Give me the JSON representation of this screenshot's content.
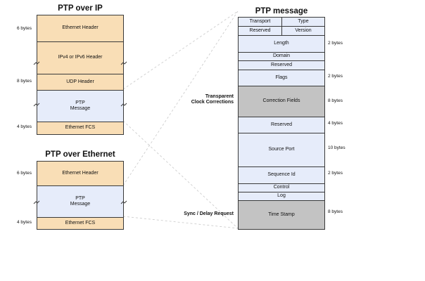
{
  "ptp_ip": {
    "title": "PTP over IP",
    "cells": [
      {
        "label": "Ethernet  Header",
        "size": "6 bytes"
      },
      {
        "label": "IPv4 or IPv6 Header",
        "size": ""
      },
      {
        "label": "UDP Header",
        "size": "8 bytes"
      },
      {
        "label": "PTP\nMessage",
        "size": ""
      },
      {
        "label": "Ethernet FCS",
        "size": "4 bytes"
      }
    ]
  },
  "ptp_eth": {
    "title": "PTP over Ethernet",
    "cells": [
      {
        "label": "Ethernet  Header",
        "size": "6 bytes"
      },
      {
        "label": "PTP\nMessage",
        "size": ""
      },
      {
        "label": "Ethernet FCS",
        "size": "4 bytes"
      }
    ]
  },
  "ptp_msg": {
    "title": "PTP message",
    "transport": "Transport",
    "type": "Type",
    "reserved_top": "Reserved",
    "version": "Version",
    "length": {
      "label": "Length",
      "size": "2 bytes"
    },
    "domain": {
      "label": "Domain"
    },
    "reserved1": {
      "label": "Reserved"
    },
    "flags": {
      "label": "Flags",
      "size": "2 bytes"
    },
    "correction": {
      "label": "Correction Fields",
      "size": "8 bytes"
    },
    "reserved2": {
      "label": "Reserved",
      "size": "4 bytes"
    },
    "source_port": {
      "label": "Source Port",
      "size": "10 bytes"
    },
    "sequence_id": {
      "label": "Sequence Id",
      "size": "2 bytes"
    },
    "control": {
      "label": "Control"
    },
    "log": {
      "label": "Log"
    },
    "timestamp": {
      "label": "Time Stamp",
      "size": "8 bytes"
    }
  },
  "annotations": {
    "transparent": "Transparent\nClock Corrections",
    "sync": "Sync / Delay Request"
  },
  "colors": {
    "header": "#f9deb6",
    "payload": "#e6ecfa",
    "highlight": "#c3c3c3",
    "border": "#3a3a3a"
  }
}
